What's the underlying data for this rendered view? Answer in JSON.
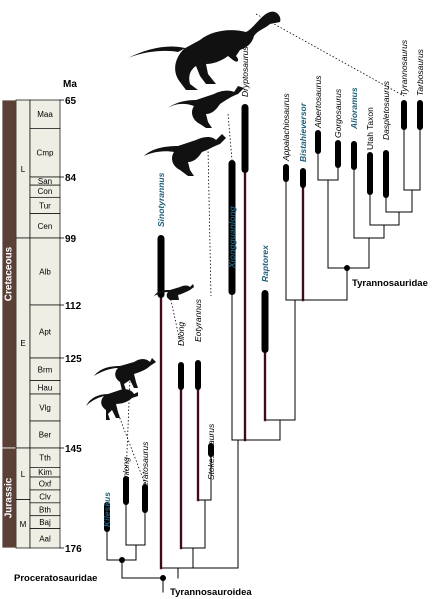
{
  "timescale": {
    "unit_label": "Ma",
    "ticks": [
      {
        "label": "65",
        "ma": 65
      },
      {
        "label": "84",
        "ma": 84
      },
      {
        "label": "99",
        "ma": 99
      },
      {
        "label": "112",
        "ma": 112
      },
      {
        "label": "125",
        "ma": 125
      },
      {
        "label": "145",
        "ma": 145
      },
      {
        "label": "176",
        "ma": 176
      }
    ],
    "periods": [
      {
        "name": "Cretaceous",
        "from": 65,
        "to": 145
      },
      {
        "name": "Jurassic",
        "from": 145,
        "to": 176
      }
    ],
    "epochs": [
      {
        "name": "L",
        "from": 65,
        "to": 99
      },
      {
        "name": "E",
        "from": 99,
        "to": 145
      },
      {
        "name": "L",
        "from": 145,
        "to": 161
      },
      {
        "name": "M",
        "from": 161,
        "to": 176
      }
    ],
    "stages": [
      {
        "name": "Maa",
        "from": 65,
        "to": 72
      },
      {
        "name": "Cmp",
        "from": 72,
        "to": 84
      },
      {
        "name": "San",
        "from": 84,
        "to": 86
      },
      {
        "name": "Con",
        "from": 86,
        "to": 89
      },
      {
        "name": "Tur",
        "from": 89,
        "to": 93
      },
      {
        "name": "Cen",
        "from": 93,
        "to": 99
      },
      {
        "name": "Alb",
        "from": 99,
        "to": 112
      },
      {
        "name": "Apt",
        "from": 112,
        "to": 125
      },
      {
        "name": "Brm",
        "from": 125,
        "to": 130
      },
      {
        "name": "Hau",
        "from": 130,
        "to": 133
      },
      {
        "name": "Vlg",
        "from": 133,
        "to": 139
      },
      {
        "name": "Ber",
        "from": 139,
        "to": 145
      },
      {
        "name": "Tth",
        "from": 145,
        "to": 151
      },
      {
        "name": "Kim",
        "from": 151,
        "to": 154
      },
      {
        "name": "Oxf",
        "from": 154,
        "to": 158
      },
      {
        "name": "Clv",
        "from": 158,
        "to": 162
      },
      {
        "name": "Bth",
        "from": 162,
        "to": 166
      },
      {
        "name": "Baj",
        "from": 166,
        "to": 170
      },
      {
        "name": "Aal",
        "from": 170,
        "to": 176
      }
    ]
  },
  "taxa": [
    {
      "name": "Kileskus",
      "color": "#1f5f7a"
    },
    {
      "name": "Guanlong",
      "color": "#000000"
    },
    {
      "name": "Proceratosaurus",
      "color": "#000000"
    },
    {
      "name": "Sinotyrannus",
      "color": "#1f5f7a"
    },
    {
      "name": "Dilong",
      "color": "#000000"
    },
    {
      "name": "Eotyrannus",
      "color": "#000000"
    },
    {
      "name": "Stokesosaurus",
      "color": "#000000"
    },
    {
      "name": "Xiongguanlong",
      "color": "#1f5f7a"
    },
    {
      "name": "Dryptosaurus",
      "color": "#000000"
    },
    {
      "name": "Raptorex",
      "color": "#1f5f7a"
    },
    {
      "name": "Appalachiosaurus",
      "color": "#000000"
    },
    {
      "name": "Bistahieversor",
      "color": "#1f5f7a"
    },
    {
      "name": "Albertosaurus",
      "color": "#000000"
    },
    {
      "name": "Gorgosaurus",
      "color": "#000000"
    },
    {
      "name": "Alioramus",
      "color": "#1f5f7a"
    },
    {
      "name": "Utah Taxon",
      "color": "#000000"
    },
    {
      "name": "Daspletosaurus",
      "color": "#000000"
    },
    {
      "name": "Tyrannosaurus",
      "color": "#000000"
    },
    {
      "name": "Tarbosaurus",
      "color": "#000000"
    }
  ],
  "clades": [
    {
      "name": "Tyrannosauridae"
    },
    {
      "name": "Proceratosauridae"
    },
    {
      "name": "Tyrannosauroidea"
    }
  ],
  "colors": {
    "period_bar": "#5b4038",
    "stage_fill": "#efeee4",
    "ghost_lineage": "#7a1a2e",
    "range_bar": "#000000",
    "new_taxon_label": "#1f5f7a"
  },
  "silhouettes": [
    {
      "name": "tyrannosaurus-silhouette"
    },
    {
      "name": "xiongguanlong-silhouette"
    },
    {
      "name": "sinotyrannus-silhouette"
    },
    {
      "name": "dilong-silhouette"
    },
    {
      "name": "guanlong-silhouette"
    },
    {
      "name": "proceratosaurus-silhouette"
    }
  ]
}
